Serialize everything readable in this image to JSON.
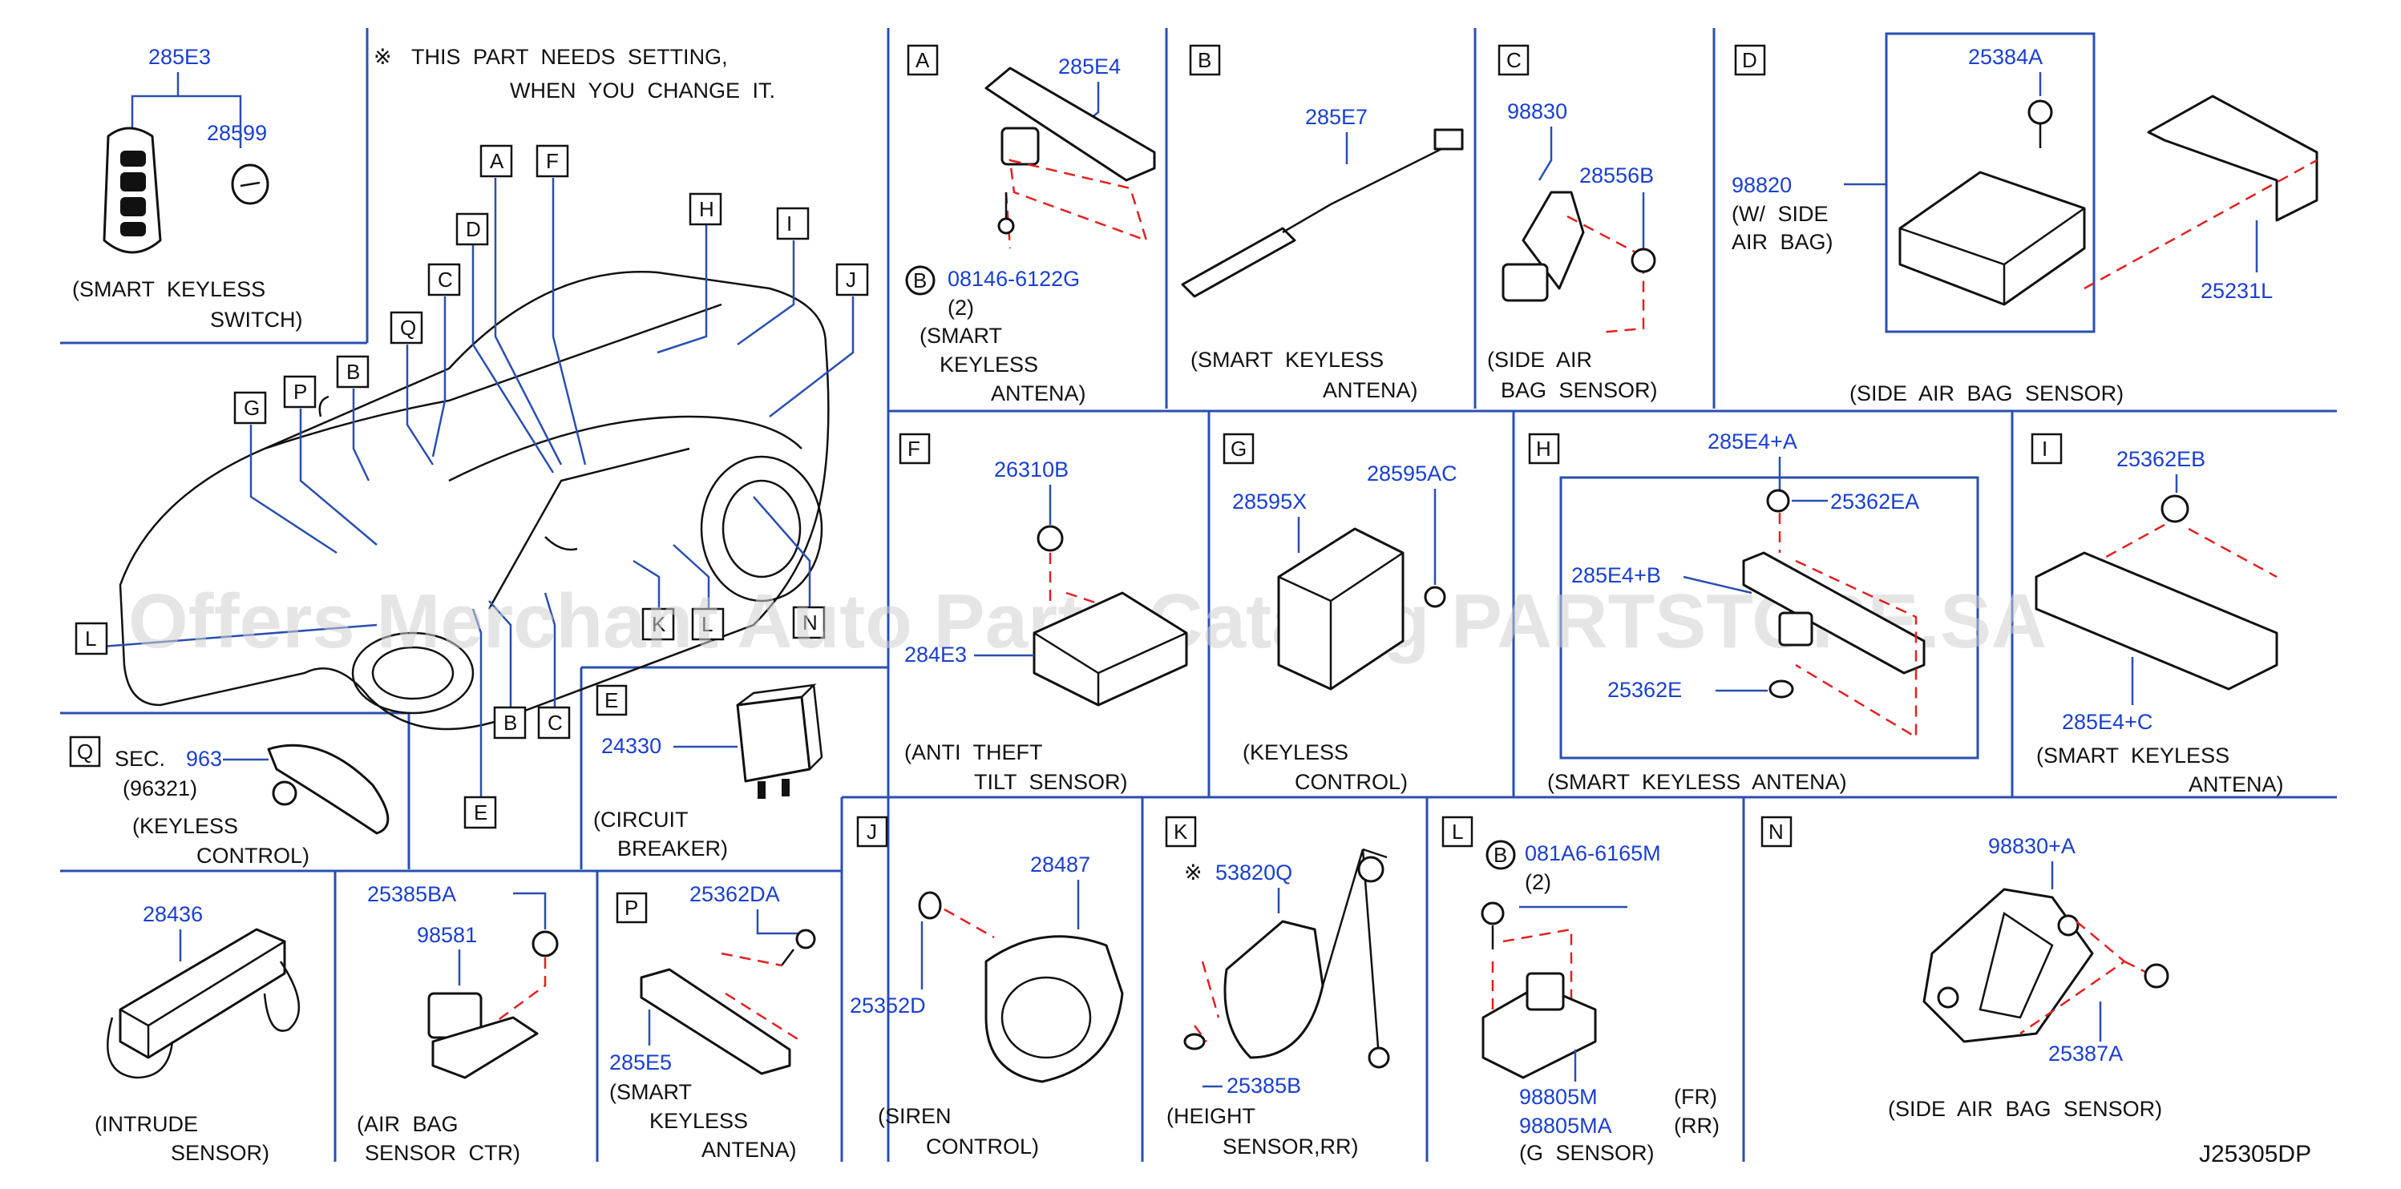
{
  "note": {
    "symbol": "※",
    "line1": "THIS  PART  NEEDS  SETTING,",
    "line2": "WHEN  YOU  CHANGE  IT."
  },
  "watermark": "Offers Merchant Auto Parts Catalog PARTSTORE.SA",
  "diagram_code": "J25305DP",
  "overview_letters": [
    "A",
    "F",
    "D",
    "H",
    "I",
    "C",
    "Q",
    "B",
    "P",
    "G",
    "J",
    "L",
    "N",
    "B",
    "C",
    "K",
    "L",
    "E"
  ],
  "panels": {
    "smart_keyless_switch": {
      "parts": [
        "285E3",
        "28599"
      ],
      "caption1": "(SMART  KEYLESS",
      "caption2": "SWITCH)"
    },
    "A": {
      "letter": "A",
      "part": "285E4",
      "bolt_marker": "B",
      "bolt": "08146-6122G",
      "qty": "(2)",
      "caption1": "(SMART",
      "caption2": "KEYLESS",
      "caption3": "ANTENA)"
    },
    "B": {
      "letter": "B",
      "part": "285E7",
      "caption1": "(SMART  KEYLESS",
      "caption2": "ANTENA)"
    },
    "C": {
      "letter": "C",
      "parts": [
        "98830",
        "28556B"
      ],
      "caption1": "(SIDE  AIR",
      "caption2": "BAG  SENSOR)"
    },
    "D": {
      "letter": "D",
      "parts": [
        "25384A",
        "98820",
        "25231L"
      ],
      "note1": "(W/  SIDE",
      "note2": "AIR  BAG)",
      "caption": "(SIDE  AIR  BAG  SENSOR)"
    },
    "F": {
      "letter": "F",
      "parts": [
        "26310B",
        "284E3"
      ],
      "caption1": "(ANTI  THEFT",
      "caption2": "TILT  SENSOR)"
    },
    "G": {
      "letter": "G",
      "parts": [
        "28595X",
        "28595AC"
      ],
      "caption1": "(KEYLESS",
      "caption2": "CONTROL)"
    },
    "H": {
      "letter": "H",
      "parts": [
        "285E4+A",
        "25362EA",
        "285E4+B",
        "25362E"
      ],
      "caption": "(SMART  KEYLESS  ANTENA)"
    },
    "I": {
      "letter": "I",
      "parts": [
        "25362EB",
        "285E4+C"
      ],
      "caption1": "(SMART  KEYLESS",
      "caption2": "ANTENA)"
    },
    "E": {
      "letter": "E",
      "part": "24330",
      "caption1": "(CIRCUIT",
      "caption2": "BREAKER)"
    },
    "Q": {
      "letter": "Q",
      "sec_label": "SEC.",
      "sec_num": "963",
      "sub": "(96321)",
      "caption1": "(KEYLESS",
      "caption2": "CONTROL)"
    },
    "intrude": {
      "part": "28436",
      "caption1": "(INTRUDE",
      "caption2": "SENSOR)"
    },
    "airbag_ctr": {
      "parts": [
        "25385BA",
        "98581"
      ],
      "caption1": "(AIR  BAG",
      "caption2": "SENSOR  CTR)"
    },
    "P": {
      "letter": "P",
      "parts": [
        "25362DA",
        "285E5"
      ],
      "caption1": "(SMART",
      "caption2": "KEYLESS",
      "caption3": "ANTENA)"
    },
    "J": {
      "letter": "J",
      "parts": [
        "28487",
        "25352D"
      ],
      "caption1": "(SIREN",
      "caption2": "CONTROL)"
    },
    "K": {
      "letter": "K",
      "mark": "※",
      "parts": [
        "53820Q",
        "25385B"
      ],
      "caption1": "(HEIGHT",
      "caption2": "SENSOR,RR)"
    },
    "L": {
      "letter": "L",
      "bolt_marker": "B",
      "bolt": "081A6-6165M",
      "qty": "(2)",
      "parts": [
        "98805M",
        "98805MA"
      ],
      "pos": [
        "(FR)",
        "(RR)"
      ],
      "caption": "(G  SENSOR)"
    },
    "N": {
      "letter": "N",
      "parts": [
        "98830+A",
        "25387A"
      ],
      "caption": "(SIDE  AIR  BAG  SENSOR)"
    }
  }
}
